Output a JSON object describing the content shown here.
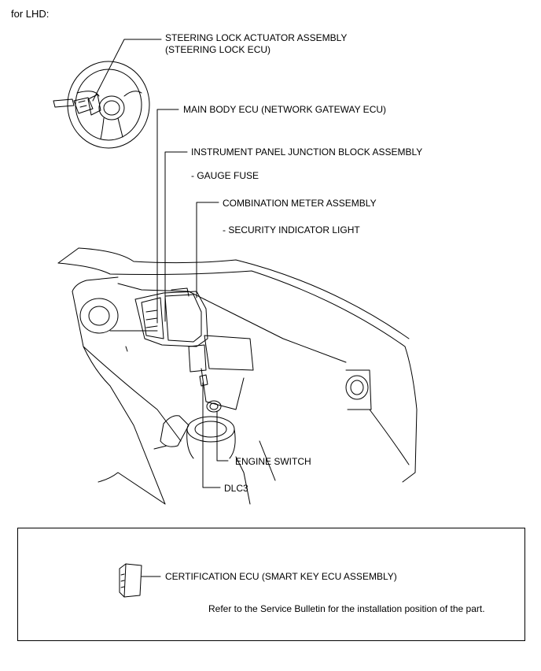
{
  "header": {
    "variant": "for LHD:"
  },
  "labels": {
    "steering_lock_1": "STEERING LOCK ACTUATOR ASSEMBLY",
    "steering_lock_2": "(STEERING LOCK ECU)",
    "main_body_ecu": "MAIN BODY ECU (NETWORK GATEWAY ECU)",
    "junction_block": "INSTRUMENT PANEL JUNCTION BLOCK ASSEMBLY",
    "gauge_fuse": "- GAUGE FUSE",
    "combination_meter": "COMBINATION METER ASSEMBLY",
    "security_light": "- SECURITY INDICATOR LIGHT",
    "engine_switch": "ENGINE SWITCH",
    "dlc3": "DLC3"
  },
  "note_box": {
    "certification_ecu": "CERTIFICATION ECU (SMART KEY ECU ASSEMBLY)",
    "service_note": "Refer to the Service Bulletin for the installation position of the part."
  }
}
